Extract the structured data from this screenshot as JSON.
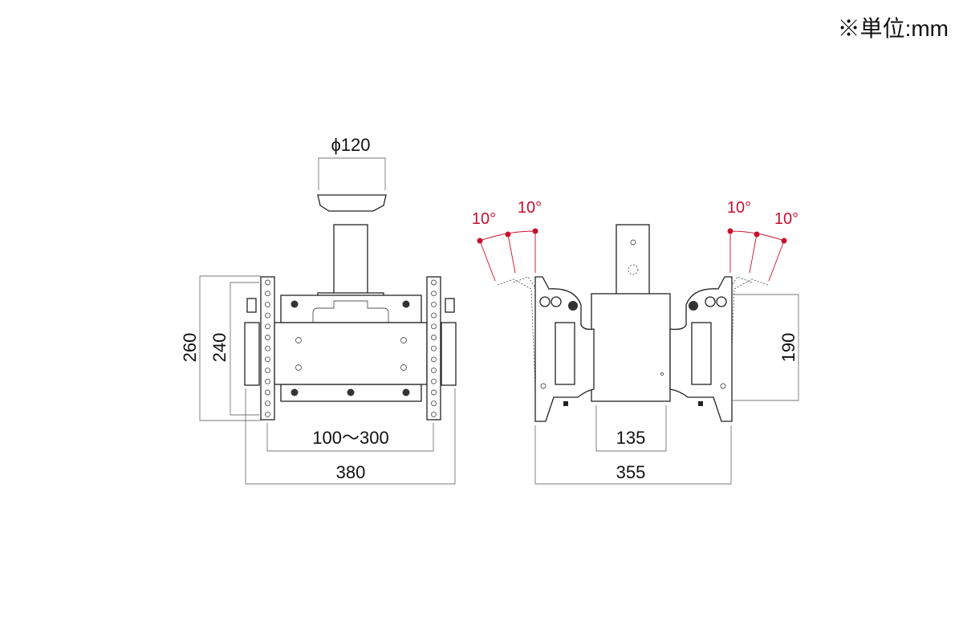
{
  "unit_note": "※単位:mm",
  "front_view": {
    "diameter_label": "ϕ120",
    "height_outer": "260",
    "height_inner": "240",
    "width_adjust": "100〜300",
    "width_total": "380"
  },
  "side_view": {
    "tilt_left_outer": "10°",
    "tilt_left_inner": "10°",
    "tilt_right_inner": "10°",
    "tilt_right_outer": "10°",
    "body_width": "135",
    "width_total": "355",
    "height": "190"
  },
  "colors": {
    "line": "#222222",
    "dimension": "#777777",
    "angle": "#c8102e"
  }
}
